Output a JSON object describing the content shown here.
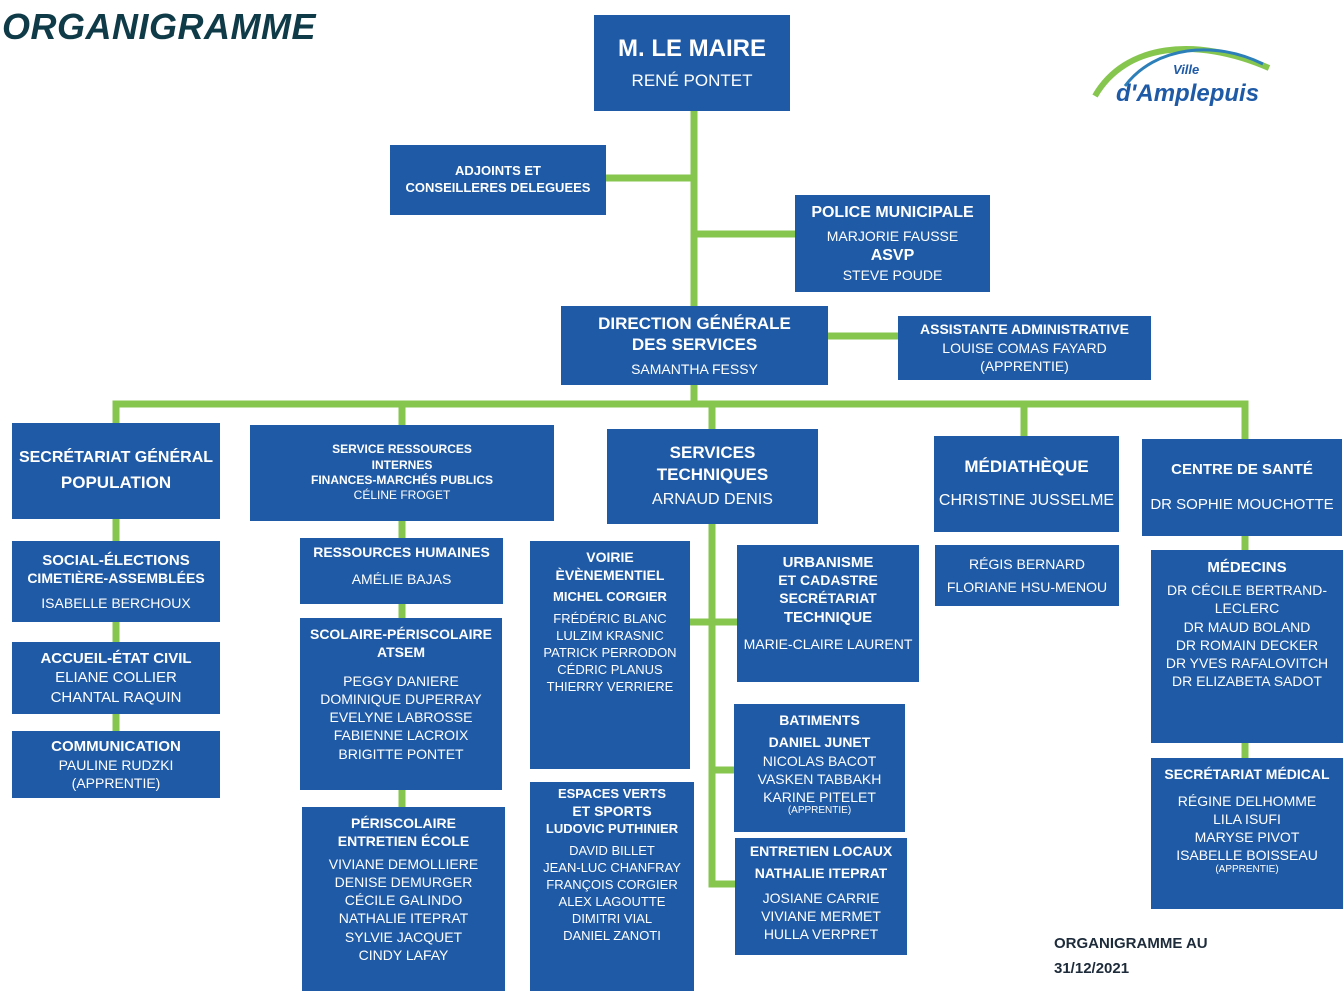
{
  "title": "ORGANIGRAMME",
  "logo": {
    "ville": "Ville",
    "name": "d'Amplepuis"
  },
  "footer": {
    "line1": "ORGANIGRAMME AU",
    "line2": "31/12/2021"
  },
  "colors": {
    "box": "#1f5aa6",
    "connector": "#86c64f",
    "title": "#0f3a47"
  },
  "maire": {
    "title": "M. LE MAIRE",
    "name": "RENÉ PONTET"
  },
  "adjoints": {
    "line1": "ADJOINTS ET",
    "line2": "CONSEILLERES DELEGUEES"
  },
  "police": {
    "title": "POLICE MUNICIPALE",
    "name": "MARJORIE FAUSSE",
    "subtitle": "ASVP",
    "name2": "STEVE POUDE"
  },
  "dgs": {
    "line1": "DIRECTION GÉNÉRALE",
    "line2": "DES SERVICES",
    "name": "SAMANTHA FESSY"
  },
  "assistante": {
    "title": "ASSISTANTE ADMINISTRATIVE",
    "name": "LOUISE COMAS FAYARD",
    "note": "(APPRENTIE)"
  },
  "secretariat": {
    "line1": "SECRÉTARIAT GÉNÉRAL",
    "line2": "POPULATION"
  },
  "social": {
    "line1": "SOCIAL-ÉLECTIONS",
    "line2": "CIMETIÈRE-ASSEMBLÉES",
    "name": "ISABELLE BERCHOUX"
  },
  "accueil": {
    "title": "ACCUEIL-ÉTAT CIVIL",
    "names": [
      "ELIANE COLLIER",
      "CHANTAL RAQUIN"
    ]
  },
  "communication": {
    "title": "COMMUNICATION",
    "name": "PAULINE  RUDZKI",
    "note": "(APPRENTIE)"
  },
  "ressources": {
    "line1": "SERVICE RESSOURCES",
    "line2": "INTERNES",
    "line3": "FINANCES-MARCHÉS PUBLICS",
    "name": "CÉLINE FROGET"
  },
  "rh": {
    "title": "RESSOURCES HUMAINES",
    "name": "AMÉLIE BAJAS"
  },
  "scolaire": {
    "line1": "SCOLAIRE-PÉRISCOLAIRE",
    "line2": "ATSEM",
    "names": [
      "PEGGY DANIERE",
      "DOMINIQUE DUPERRAY",
      "EVELYNE LABROSSE",
      "FABIENNE  LACROIX",
      "BRIGITTE PONTET"
    ]
  },
  "periscolaire": {
    "line1": "PÉRISCOLAIRE",
    "line2": "ENTRETIEN ÉCOLE",
    "names": [
      "VIVIANE  DEMOLLIERE",
      "DENISE DEMURGER",
      "CÉCILE GALINDO",
      "NATHALIE ITEPRAT",
      "SYLVIE JACQUET",
      "CINDY LAFAY"
    ]
  },
  "techniques": {
    "line1": "SERVICES",
    "line2": "TECHNIQUES",
    "name": "ARNAUD DENIS"
  },
  "voirie": {
    "line1": "VOIRIE",
    "line2": "ÈVÈNEMENTIEL",
    "head": "MICHEL CORGIER",
    "names": [
      "FRÉDÉRIC BLANC",
      "LULZIM KRASNIC",
      "PATRICK PERRODON",
      "CÉDRIC PLANUS",
      "THIERRY VERRIERE"
    ]
  },
  "espaces": {
    "line1": "ESPACES VERTS",
    "line2": "ET SPORTS",
    "head": "LUDOVIC PUTHINIER",
    "names": [
      "DAVID BILLET",
      "JEAN-LUC CHANFRAY",
      "FRANÇOIS CORGIER",
      "ALEX LAGOUTTE",
      "DIMITRI VIAL",
      "DANIEL ZANOTI"
    ]
  },
  "urbanisme": {
    "line1": "URBANISME",
    "line2": "ET CADASTRE",
    "line3": "SECRÉTARIAT",
    "line4": "TECHNIQUE",
    "name": "MARIE-CLAIRE  LAURENT"
  },
  "batiments": {
    "title": "BATIMENTS",
    "head": "DANIEL JUNET",
    "names": [
      "NICOLAS BACOT",
      "VASKEN TABBAKH",
      "KARINE PITELET"
    ],
    "note": "(APPRENTIE)"
  },
  "entretien": {
    "line1": "ENTRETIEN LOCAUX",
    "line2": "NATHALIE ITEPRAT",
    "names": [
      "JOSIANE CARRIE",
      "VIVIANE MERMET",
      "HULLA VERPRET"
    ]
  },
  "mediatheque": {
    "title": "MÉDIATHÈQUE",
    "name": "CHRISTINE JUSSELME",
    "names": [
      "RÉGIS BERNARD",
      "FLORIANE HSU-MENOU"
    ]
  },
  "sante": {
    "title": "CENTRE DE SANTÉ",
    "name": "DR SOPHIE MOUCHOTTE"
  },
  "medecins": {
    "title": "MÉDECINS",
    "names": [
      "DR CÉCILE BERTRAND-",
      "LECLERC",
      "DR MAUD BOLAND",
      "DR ROMAIN DECKER",
      "DR  YVES  RAFALOVITCH",
      "DR ELIZABETA SADOT"
    ]
  },
  "secmedical": {
    "title": "SECRÉTARIAT MÉDICAL",
    "names": [
      "RÉGINE DELHOMME",
      "LILA ISUFI",
      "MARYSE PIVOT",
      "ISABELLE  BOISSEAU"
    ],
    "note": "(APPRENTIE)"
  }
}
